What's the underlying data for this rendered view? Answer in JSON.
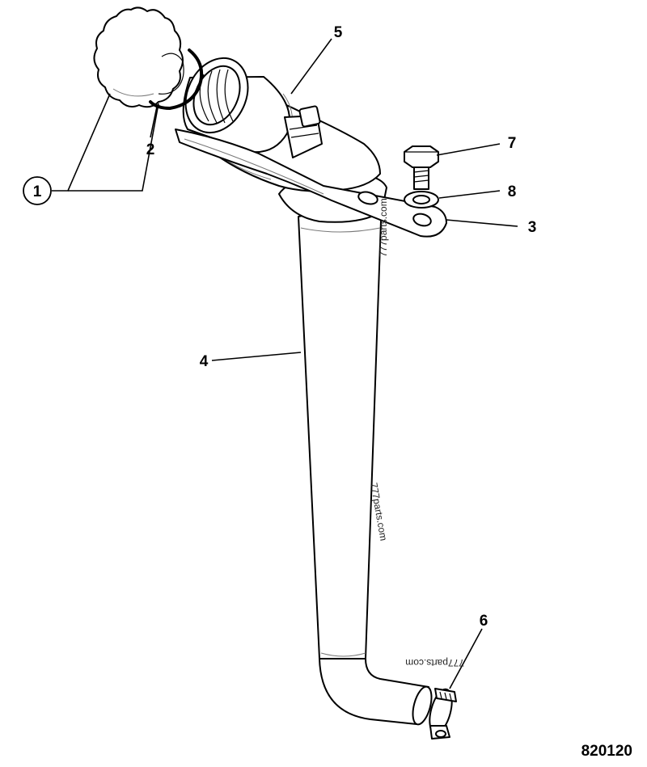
{
  "figure_number": "820120",
  "callouts": {
    "c1": "1",
    "c2": "2",
    "c3": "3",
    "c4": "4",
    "c5": "5",
    "c6": "6",
    "c7": "7",
    "c8": "8"
  },
  "watermarks": {
    "w1": "777parts.com",
    "w2": "777parts.com",
    "w3": "777parts.com"
  }
}
